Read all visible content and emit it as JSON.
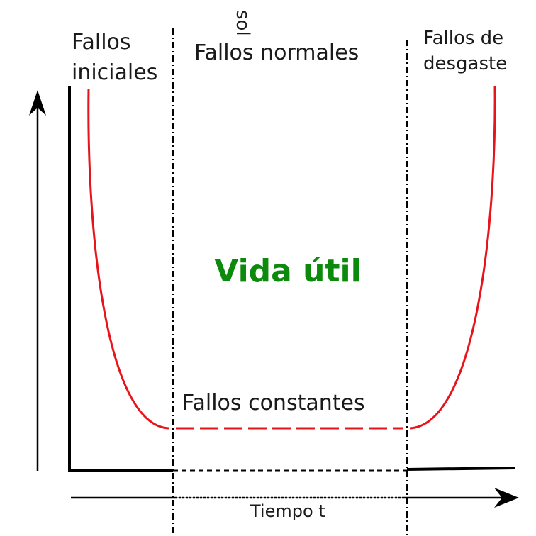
{
  "labels": {
    "early": [
      "Fallos",
      "iniciales"
    ],
    "normal": "Fallos normales",
    "wear": [
      "Fallos de",
      "desgaste"
    ],
    "main": "Vida útil",
    "constant": "Fallos constantes",
    "time_axis": "Tiempo t",
    "stray": "sol"
  },
  "colors": {
    "curve": "#e8141c",
    "main_label": "#0b8a0b",
    "lines": "#000000"
  },
  "icons": {
    "y_arrow": "arrow-up-icon",
    "x_arrow": "arrow-right-icon"
  }
}
